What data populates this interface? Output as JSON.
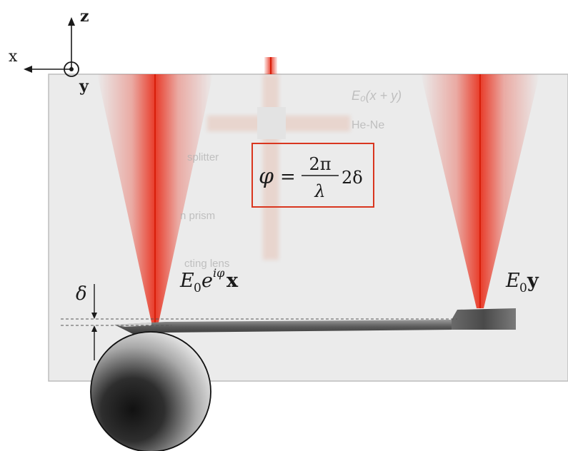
{
  "axes": {
    "x_label": "x",
    "y_label": "y",
    "z_label": "z"
  },
  "formula": {
    "lhs": "φ",
    "eq": "=",
    "numerator": "2π",
    "denominator": "λ",
    "suffix": "2δ"
  },
  "beams": {
    "left_E": "E",
    "left_sub": "0",
    "left_e": "e",
    "left_exp": "iφ",
    "left_vec": "x",
    "right_E": "E",
    "right_sub": "0",
    "right_vec": "y"
  },
  "delta_label": "δ",
  "background_labels": {
    "field": "E₀(x + y)",
    "laser": "He-Ne",
    "splitter": "splitter",
    "prism": "n prism",
    "lens": "cting lens"
  },
  "colors": {
    "beam": "#e8321f",
    "panel": "#ebebeb",
    "formula_border": "#d9361f",
    "text": "#1a1a1a"
  }
}
